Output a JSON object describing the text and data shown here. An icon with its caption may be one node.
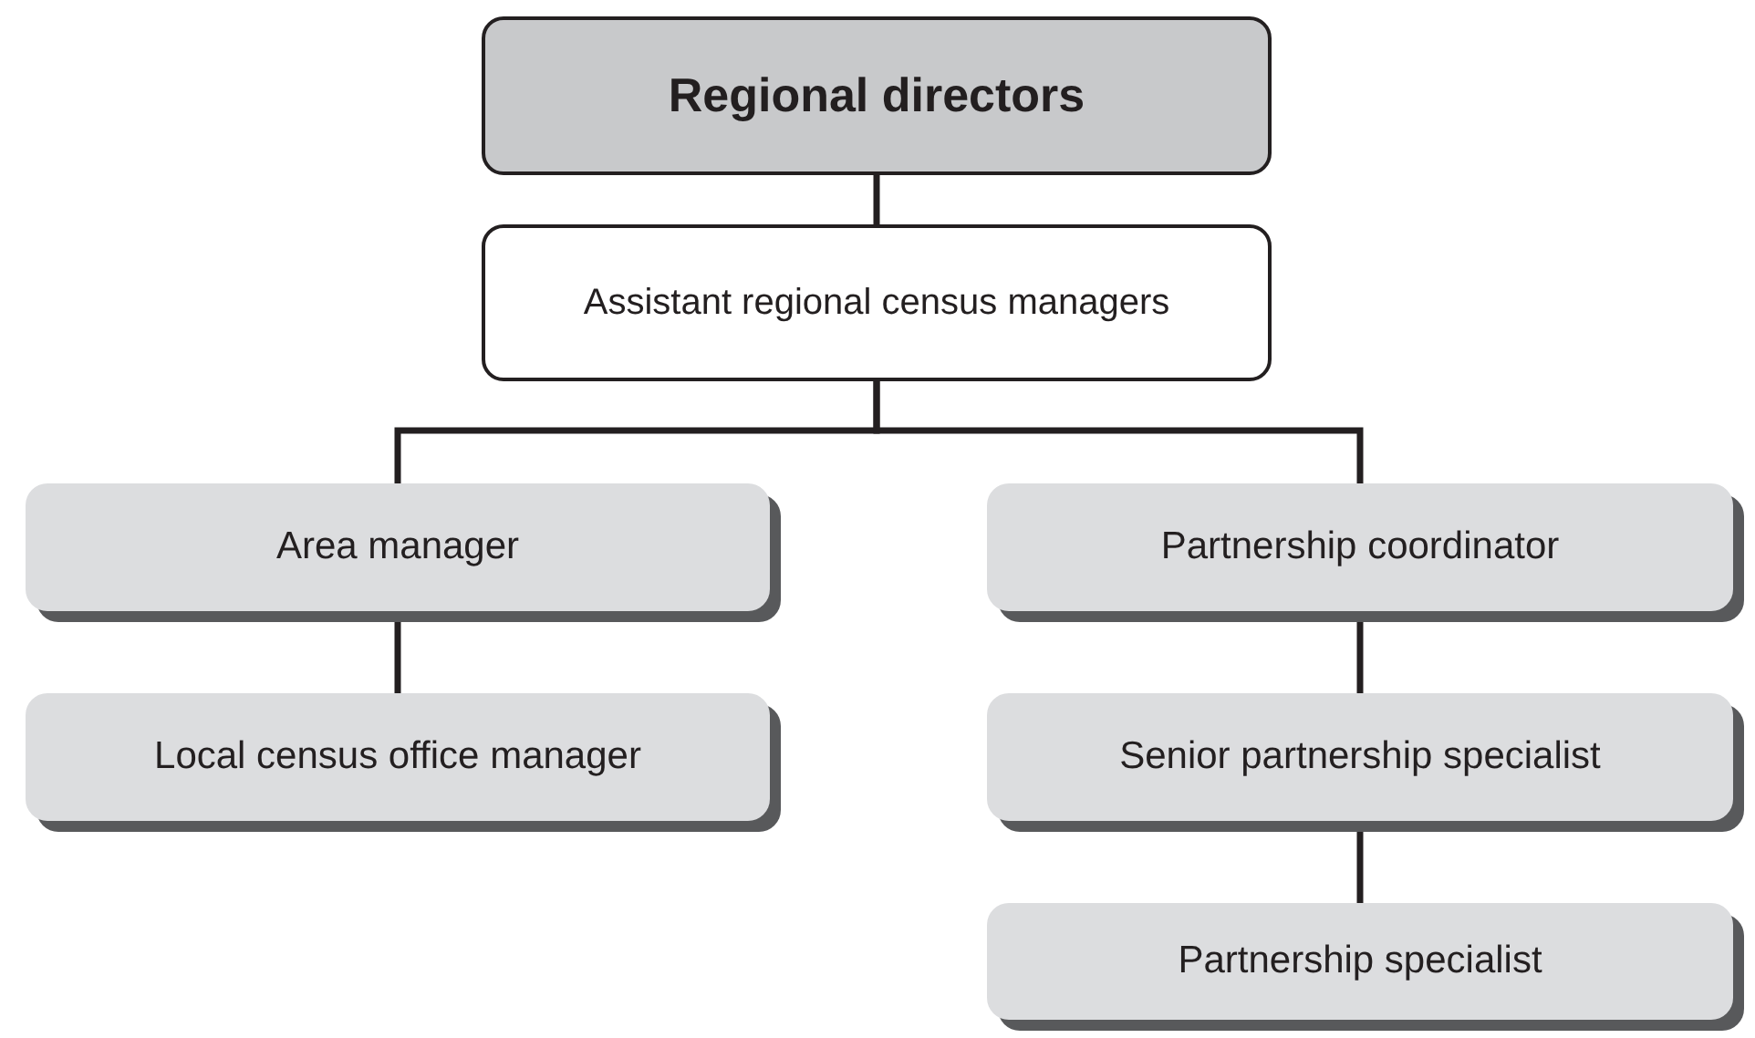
{
  "diagram": {
    "nodes": [
      {
        "text": [
          "Regional directors"
        ]
      },
      {
        "text": [
          "Assistant regional census managers"
        ]
      },
      {
        "text": [
          "Area manager"
        ]
      },
      {
        "text": [
          "Local census office manager"
        ]
      },
      {
        "text": [
          "Partnership coordinator"
        ]
      },
      {
        "text": [
          "Senior partnership specialist"
        ]
      },
      {
        "text": [
          "Partnership specialist"
        ]
      }
    ],
    "edges": [
      {
        "from": 0,
        "to": 1,
        "arrow": "none"
      },
      {
        "from": 1,
        "to": 2,
        "arrow": "none"
      },
      {
        "from": 1,
        "to": 4,
        "arrow": "none"
      },
      {
        "from": 2,
        "to": 3,
        "arrow": "none"
      },
      {
        "from": 4,
        "to": 5,
        "arrow": "none"
      },
      {
        "from": 5,
        "to": 6,
        "arrow": "none"
      }
    ]
  }
}
